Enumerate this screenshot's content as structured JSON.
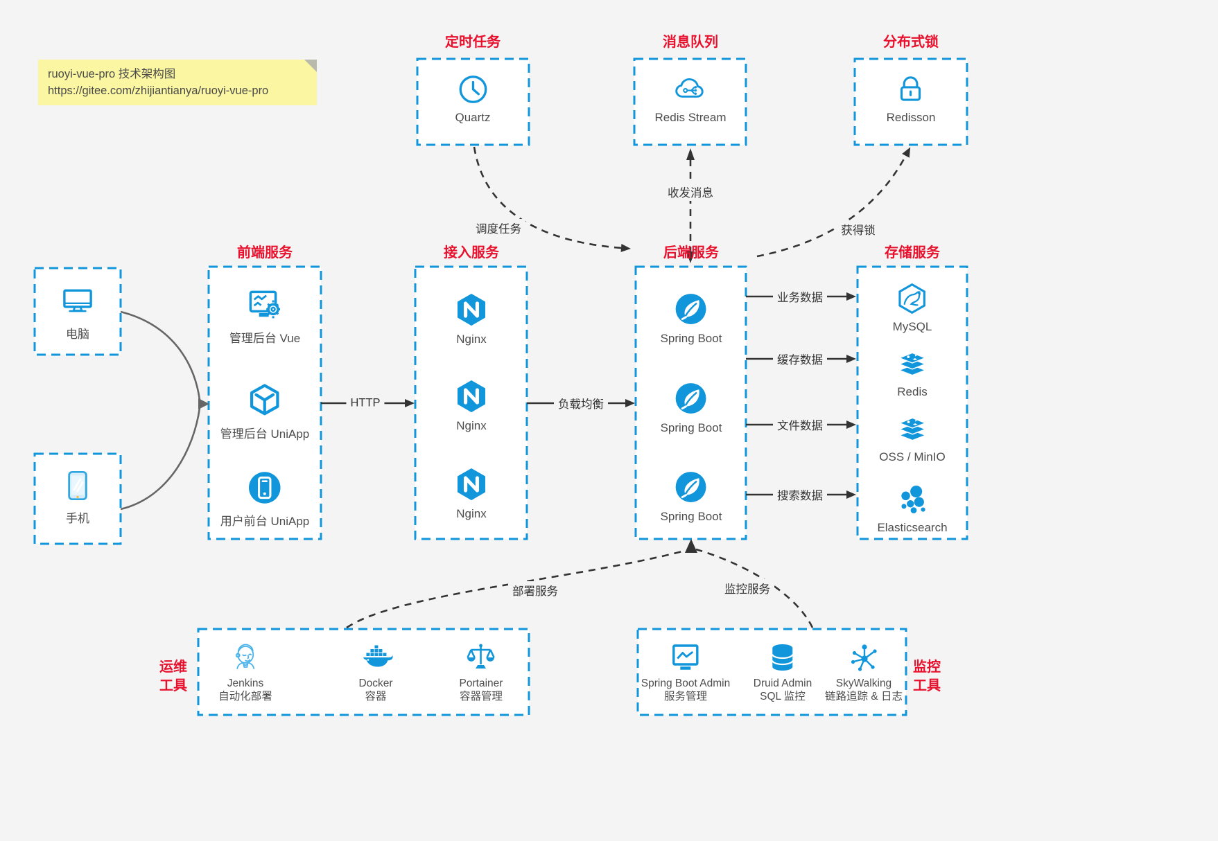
{
  "note": {
    "line1": "ruoyi-vue-pro 技术架构图",
    "line2": "https://gitee.com/zhijiantianya/ruoyi-vue-pro"
  },
  "colors": {
    "accent_blue": "#1296db",
    "title_red": "#e8112d",
    "note_bg": "#fbf6a1",
    "arrow_black": "#333333",
    "arrow_gray": "#666666",
    "canvas_bg": "#f4f4f4"
  },
  "groups": {
    "scheduler": {
      "title": "定时任务",
      "item": {
        "label": "Quartz",
        "icon": "clock-icon"
      }
    },
    "mq": {
      "title": "消息队列",
      "item": {
        "label": "Redis Stream",
        "icon": "cloud-share-icon"
      }
    },
    "lock": {
      "title": "分布式锁",
      "item": {
        "label": "Redisson",
        "icon": "lock-icon"
      }
    },
    "clients": {
      "pc": {
        "label": "电脑",
        "icon": "desktop-icon"
      },
      "mobile": {
        "label": "手机",
        "icon": "mobile-icon"
      }
    },
    "frontend": {
      "title": "前端服务",
      "items": [
        {
          "label": "管理后台 Vue",
          "icon": "admin-vue-icon"
        },
        {
          "label": "管理后台 UniApp",
          "icon": "uniapp-cube-icon"
        },
        {
          "label": "用户前台 UniApp",
          "icon": "user-app-icon"
        }
      ]
    },
    "gateway": {
      "title": "接入服务",
      "items": [
        {
          "label": "Nginx",
          "icon": "nginx-icon"
        },
        {
          "label": "Nginx",
          "icon": "nginx-icon"
        },
        {
          "label": "Nginx",
          "icon": "nginx-icon"
        }
      ]
    },
    "backend": {
      "title": "后端服务",
      "items": [
        {
          "label": "Spring Boot",
          "icon": "spring-icon"
        },
        {
          "label": "Spring Boot",
          "icon": "spring-icon"
        },
        {
          "label": "Spring Boot",
          "icon": "spring-icon"
        }
      ]
    },
    "storage": {
      "title": "存储服务",
      "items": [
        {
          "label": "MySQL",
          "icon": "mysql-icon"
        },
        {
          "label": "Redis",
          "icon": "redis-icon"
        },
        {
          "label": "OSS / MinIO",
          "icon": "oss-minio-icon"
        },
        {
          "label": "Elasticsearch",
          "icon": "elasticsearch-icon"
        }
      ]
    },
    "ops": {
      "title_line1": "运维",
      "title_line2": "工具",
      "items": [
        {
          "name": "Jenkins",
          "desc": "自动化部署",
          "icon": "jenkins-icon"
        },
        {
          "name": "Docker",
          "desc": "容器",
          "icon": "docker-icon"
        },
        {
          "name": "Portainer",
          "desc": "容器管理",
          "icon": "portainer-icon"
        }
      ]
    },
    "monitoring": {
      "title_line1": "监控",
      "title_line2": "工具",
      "items": [
        {
          "name": "Spring Boot Admin",
          "desc": "服务管理",
          "icon": "spring-boot-admin-icon"
        },
        {
          "name": "Druid Admin",
          "desc": "SQL 监控",
          "icon": "druid-icon"
        },
        {
          "name": "SkyWalking",
          "desc": "链路追踪 & 日志",
          "icon": "skywalking-icon"
        }
      ]
    }
  },
  "edges": {
    "http": "HTTP",
    "load_balance": "负载均衡",
    "schedule_job": "调度任务",
    "send_receive_message": "收发消息",
    "acquire_lock": "获得锁",
    "business_data": "业务数据",
    "cache_data": "缓存数据",
    "file_data": "文件数据",
    "search_data": "搜索数据",
    "deploy_service": "部署服务",
    "monitor_service": "监控服务"
  }
}
